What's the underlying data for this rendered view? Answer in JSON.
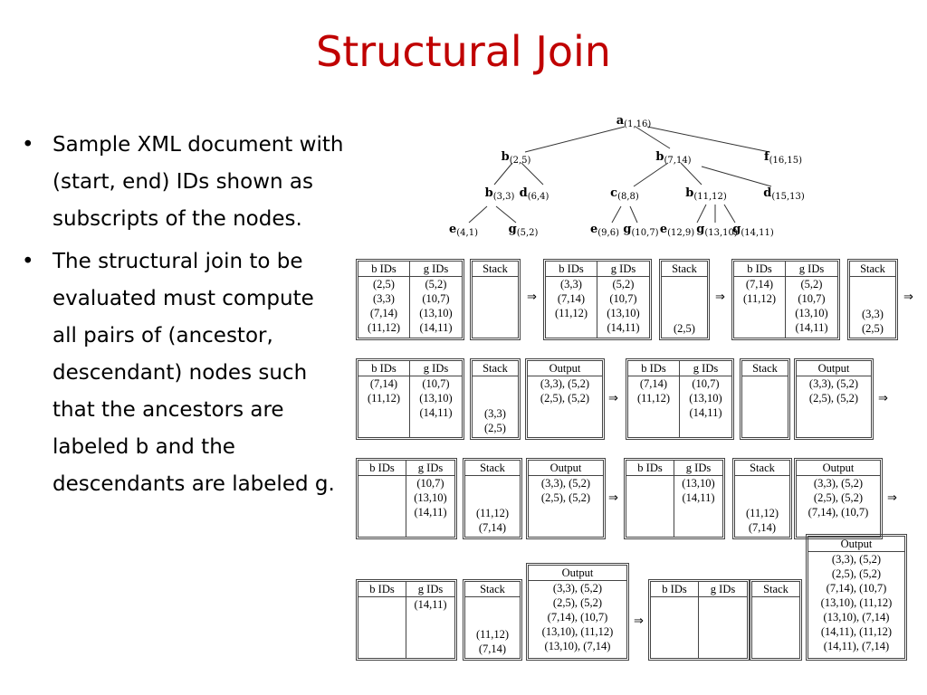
{
  "title": "Structural Join",
  "bullets": [
    "Sample XML document with (start, end) IDs shown as subscripts of the nodes.",
    "The structural join to be evaluated must compute all pairs of (ancestor, descendant) nodes such that the ancestors are labeled b and the descendants are labeled g."
  ],
  "bullet_char": "•",
  "tree": [
    {
      "label": "a",
      "ids": "(1,16)"
    },
    {
      "label": "b",
      "ids": "(2,5)"
    },
    {
      "label": "b",
      "ids": "(7,14)"
    },
    {
      "label": "f",
      "ids": "(16,15)"
    },
    {
      "label": "b",
      "ids": "(3,3)"
    },
    {
      "label": "d",
      "ids": "(6,4)"
    },
    {
      "label": "c",
      "ids": "(8,8)"
    },
    {
      "label": "b",
      "ids": "(11,12)"
    },
    {
      "label": "d",
      "ids": "(15,13)"
    },
    {
      "label": "e",
      "ids": "(4,1)"
    },
    {
      "label": "g",
      "ids": "(5,2)"
    },
    {
      "label": "e",
      "ids": "(9,6)"
    },
    {
      "label": "g",
      "ids": "(10,7)"
    },
    {
      "label": "e",
      "ids": "(12,9)"
    },
    {
      "label": "g",
      "ids": "(13,10)"
    },
    {
      "label": "g",
      "ids": "(14,11)"
    }
  ],
  "headers": {
    "b": "b IDs",
    "g": "g IDs",
    "stack": "Stack",
    "output": "Output"
  },
  "arrow": "⇒",
  "states": [
    {
      "b": [
        "(2,5)",
        "(3,3)",
        "(7,14)",
        "(11,12)"
      ],
      "g": [
        "(5,2)",
        "(10,7)",
        "(13,10)",
        "(14,11)"
      ],
      "stack": [],
      "output": null
    },
    {
      "b": [
        "(3,3)",
        "(7,14)",
        "(11,12)"
      ],
      "g": [
        "(5,2)",
        "(10,7)",
        "(13,10)",
        "(14,11)"
      ],
      "stack": [
        "(2,5)"
      ],
      "output": null
    },
    {
      "b": [
        "(7,14)",
        "(11,12)"
      ],
      "g": [
        "(5,2)",
        "(10,7)",
        "(13,10)",
        "(14,11)"
      ],
      "stack": [
        "(3,3)",
        "(2,5)"
      ],
      "output": null
    },
    {
      "b": [
        "(7,14)",
        "(11,12)"
      ],
      "g": [
        "(10,7)",
        "(13,10)",
        "(14,11)"
      ],
      "stack": [
        "(3,3)",
        "(2,5)"
      ],
      "output": [
        "(3,3), (5,2)",
        "(2,5), (5,2)"
      ]
    },
    {
      "b": [
        "(7,14)",
        "(11,12)"
      ],
      "g": [
        "(10,7)",
        "(13,10)",
        "(14,11)"
      ],
      "stack": [],
      "output": [
        "(3,3), (5,2)",
        "(2,5), (5,2)"
      ]
    },
    {
      "b": [],
      "g": [
        "(10,7)",
        "(13,10)",
        "(14,11)"
      ],
      "stack": [
        "(11,12)",
        "(7,14)"
      ],
      "output": [
        "(3,3), (5,2)",
        "(2,5), (5,2)"
      ]
    },
    {
      "b": [],
      "g": [
        "(13,10)",
        "(14,11)"
      ],
      "stack": [
        "(11,12)",
        "(7,14)"
      ],
      "output": [
        "(3,3), (5,2)",
        "(2,5), (5,2)",
        "(7,14), (10,7)"
      ]
    },
    {
      "b": [],
      "g": [
        "(14,11)"
      ],
      "stack": [
        "(11,12)",
        "(7,14)"
      ],
      "output": [
        "(3,3), (5,2)",
        "(2,5), (5,2)",
        "(7,14), (10,7)",
        "(13,10), (11,12)",
        "(13,10), (7,14)"
      ]
    },
    {
      "b": [],
      "g": [],
      "stack": [],
      "output": [
        "(3,3), (5,2)",
        "(2,5), (5,2)",
        "(7,14), (10,7)",
        "(13,10), (11,12)",
        "(13,10), (7,14)",
        "(14,11), (11,12)",
        "(14,11), (7,14)"
      ]
    }
  ]
}
